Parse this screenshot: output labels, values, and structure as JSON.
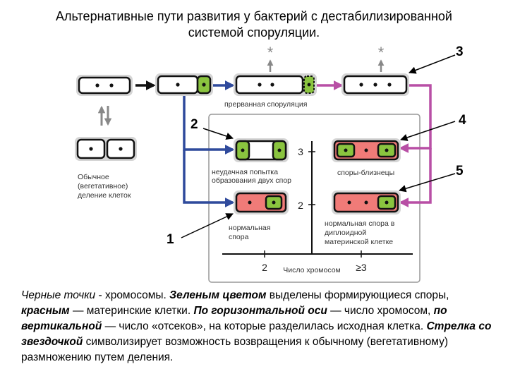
{
  "title": {
    "line1": "Альтернативные пути развития у бактерий с дестабилизированной",
    "line2": "системой споруляции."
  },
  "labels": {
    "normal_division": [
      "Обычное",
      "(вегетативное)",
      "деление клеток"
    ],
    "interrupted": "прерванная споруляция",
    "failed_attempt": [
      "неудачная попытка",
      "образования двух спор"
    ],
    "normal_spore": [
      "нормальная",
      "спора"
    ],
    "twin_spores": "споры-близнецы",
    "diploid_spore": [
      "нормальная спора в",
      "диплоидной",
      "материнской клетке"
    ],
    "x_axis_title": "Число хромосом",
    "x_tick_2": "2",
    "x_tick_3": "≥3",
    "y_tick_3": "3",
    "y_tick_2": "2",
    "star": "*"
  },
  "callouts": {
    "n1": "1",
    "n2": "2",
    "n3": "3",
    "n4": "4",
    "n5": "5"
  },
  "caption": {
    "p1_em": "Черные точки",
    "p1": " - хромосомы. ",
    "p2_em": "Зеленым цветом",
    "p2": " выделены формирующиеся споры, ",
    "p3_em": "красным",
    "p3": " — материнские клетки. ",
    "p4_em": "По горизонтальной оси",
    "p4": " — число хромосом, ",
    "p5_em": "по вертикальной",
    "p5": " — число «отсеков», на которые разделилась исходная клетка. ",
    "p6_em": "Стрелка со звездочкой",
    "p6": " символизирует возможность возвращения к обычному (вегетативному) размножению путем деления."
  },
  "colors": {
    "blue_arrow": "#2f4a9c",
    "purple_arrow": "#b84fa5",
    "spore_green": "#8ac43f",
    "mother_red": "#f07b78",
    "gray_arrow": "#888888"
  }
}
